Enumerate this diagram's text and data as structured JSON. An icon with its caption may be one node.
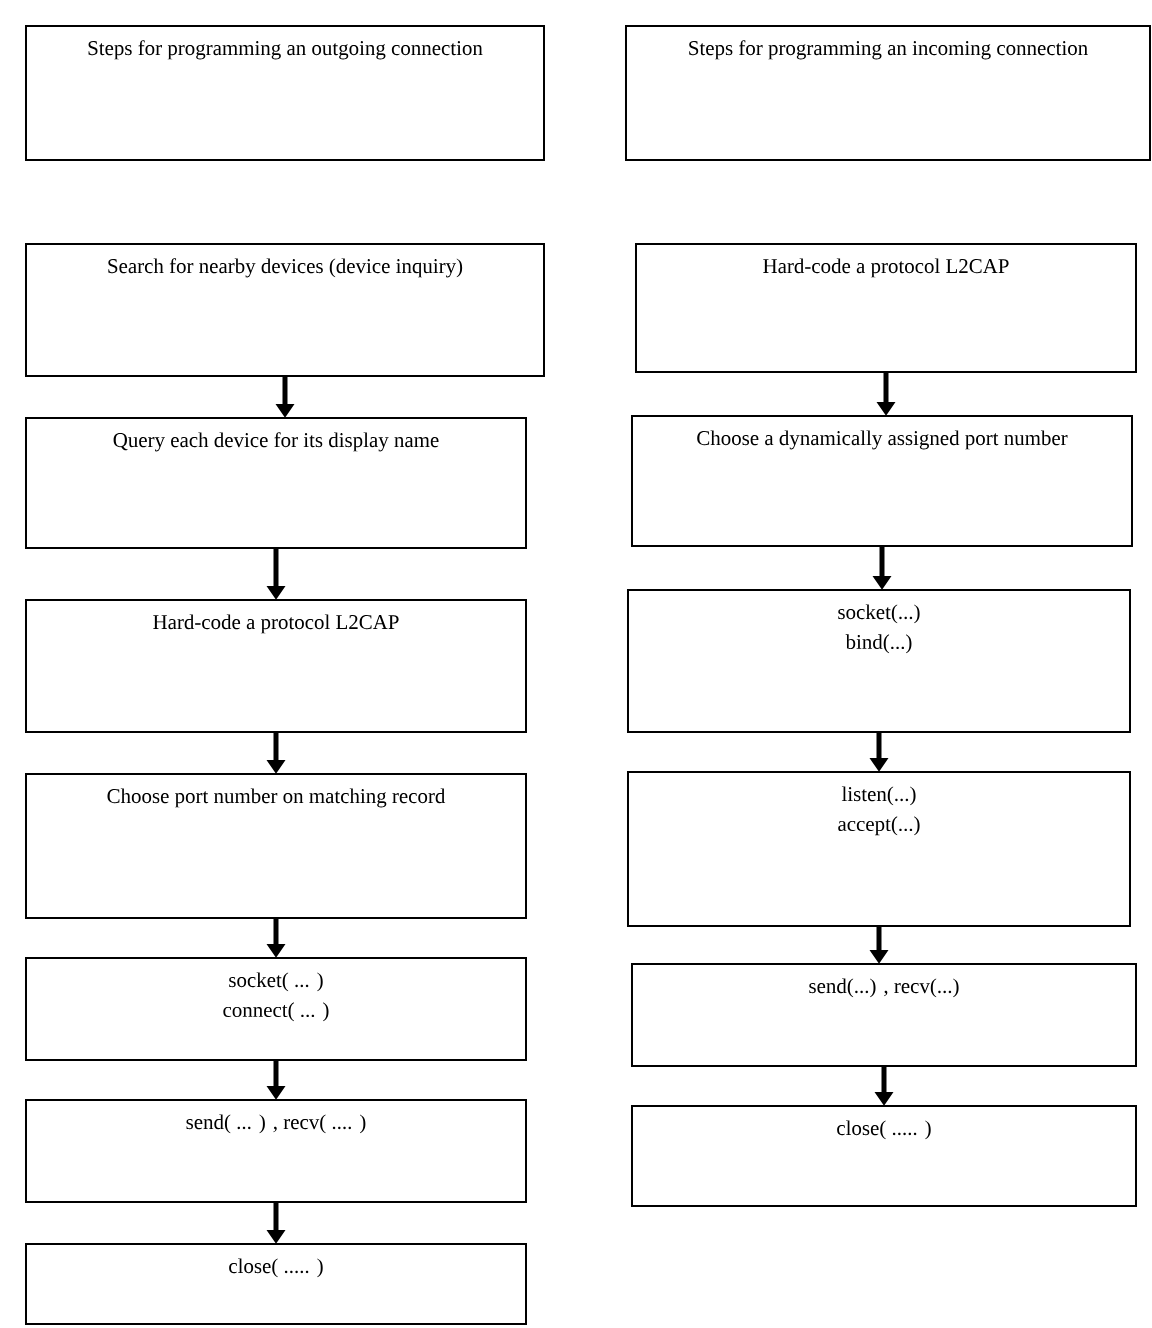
{
  "diagram": {
    "nodes": [
      {
        "text": [
          "Steps for programming an outgoing connection"
        ]
      },
      {
        "text": [
          "Steps for programming an incoming connection"
        ]
      },
      {
        "text": [
          "Search for nearby devices (device inquiry)"
        ]
      },
      {
        "text": [
          "Query each device for its display name"
        ]
      },
      {
        "text": [
          "Hard-code a protocol L2CAP"
        ]
      },
      {
        "text": [
          "Choose port number on matching record"
        ]
      },
      {
        "text": [
          "socket( ... )",
          "connect( ... )"
        ]
      },
      {
        "text": [
          "send( ... ) , recv( .... )"
        ]
      },
      {
        "text": [
          "close( ..... )"
        ]
      },
      {
        "text": [
          "Hard-code a protocol L2CAP"
        ]
      },
      {
        "text": [
          "Choose a dynamically assigned port number"
        ]
      },
      {
        "text": [
          "socket(...)",
          "bind(...)"
        ]
      },
      {
        "text": [
          "listen(...)",
          "accept(...)"
        ]
      },
      {
        "text": [
          "send(...) , recv(...)"
        ]
      },
      {
        "text": [
          "close( ..... )"
        ]
      }
    ],
    "edges": [
      {
        "from": 2,
        "to": 3,
        "arrow": "to"
      },
      {
        "from": 3,
        "to": 4,
        "arrow": "to"
      },
      {
        "from": 4,
        "to": 5,
        "arrow": "to"
      },
      {
        "from": 5,
        "to": 6,
        "arrow": "to"
      },
      {
        "from": 6,
        "to": 7,
        "arrow": "to"
      },
      {
        "from": 7,
        "to": 8,
        "arrow": "to"
      },
      {
        "from": 9,
        "to": 10,
        "arrow": "to"
      },
      {
        "from": 10,
        "to": 11,
        "arrow": "to"
      },
      {
        "from": 11,
        "to": 12,
        "arrow": "to"
      },
      {
        "from": 12,
        "to": 13,
        "arrow": "to"
      },
      {
        "from": 13,
        "to": 14,
        "arrow": "to"
      }
    ]
  }
}
